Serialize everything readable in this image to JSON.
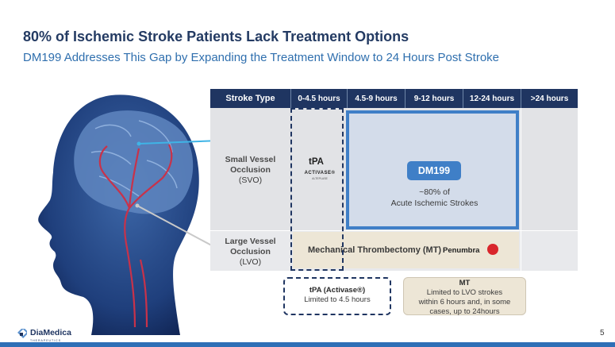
{
  "slide": {
    "title": "80% of Ischemic Stroke Patients Lack Treatment Options",
    "subtitle": "DM199 Addresses This Gap by Expanding the Treatment Window to 24 Hours Post Stroke",
    "page_number": "5"
  },
  "table": {
    "header": [
      "Stroke Type",
      "0-4.5 hours",
      "4.5-9 hours",
      "9-12 hours",
      "12-24 hours",
      ">24 hours"
    ],
    "rows": [
      {
        "label_bold_1": "Small Vessel",
        "label_bold_2": "Occlusion",
        "label_abbr": "(SVO)"
      },
      {
        "label_bold_1": "Large Vessel",
        "label_bold_2": "Occlusion",
        "label_abbr": "(LVO)"
      }
    ]
  },
  "treatments": {
    "tpa_label": "tPA",
    "activase_logo": "ACTIVASE®",
    "activase_sub": "ALTEPLASE",
    "dm199_badge": "DM199",
    "dm199_text_1": "~80% of",
    "dm199_text_2": "Acute Ischemic Strokes",
    "mt_label": "Mechanical Thrombectomy (MT)",
    "penumbra_logo": "Penumbra"
  },
  "notes": {
    "tpa_title": "tPA (Activase®)",
    "tpa_body": "Limited to 4.5 hours",
    "mt_title": "MT",
    "mt_body_1": "Limited to LVO strokes",
    "mt_body_2": "within 6 hours and, in some",
    "mt_body_3": "cases, up to 24hours"
  },
  "company": {
    "name": "DiaMedica",
    "tagline": "THERAPEUTICS"
  },
  "colors": {
    "navy": "#1f3561",
    "accent_blue": "#3f7fc7",
    "title": "#243b63",
    "subtitle": "#2f6fae",
    "cell_gray": "#e2e3e6",
    "mt_beige": "#ede6d6",
    "penumbra_red": "#d9262c"
  },
  "icons": [
    "human-head-brain-illustration",
    "penumbra-logo-icon",
    "diamedica-logo-icon"
  ]
}
